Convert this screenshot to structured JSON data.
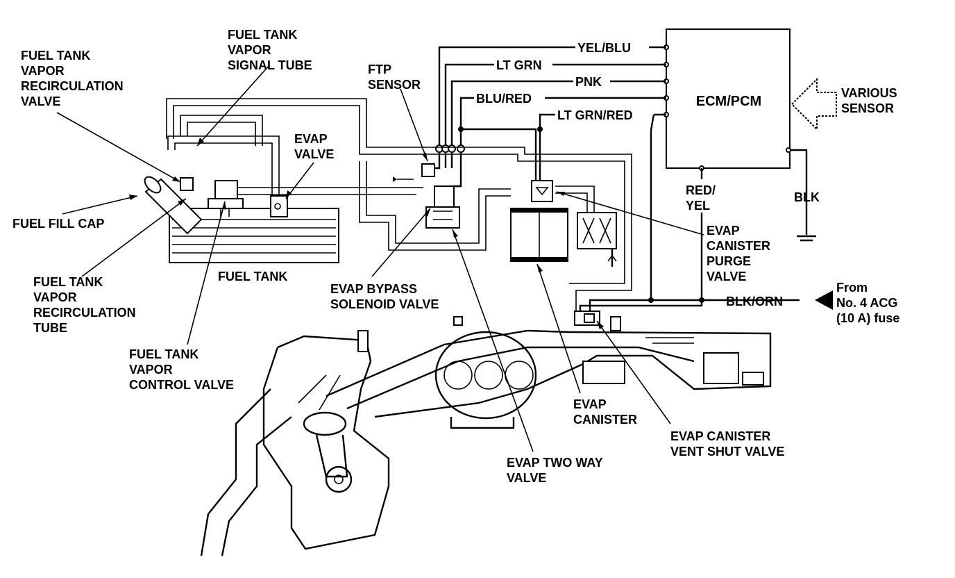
{
  "labels": {
    "signal_tube": [
      "FUEL TANK",
      "VAPOR",
      "SIGNAL TUBE"
    ],
    "recirc_valve": [
      "FUEL TANK",
      "VAPOR",
      "RECIRCULATION",
      "VALVE"
    ],
    "ftp_sensor": [
      "FTP",
      "SENSOR"
    ],
    "evap_valve": [
      "EVAP",
      "VALVE"
    ],
    "fuel_fill_cap": "FUEL FILL CAP",
    "fuel_tank": "FUEL TANK",
    "recirc_tube": [
      "FUEL TANK",
      "VAPOR",
      "RECIRCULATION",
      "TUBE"
    ],
    "control_valve": [
      "FUEL TANK",
      "VAPOR",
      "CONTROL VALVE"
    ],
    "bypass_solenoid": [
      "EVAP BYPASS",
      "SOLENOID VALVE"
    ],
    "two_way_valve": [
      "EVAP TWO WAY",
      "VALVE"
    ],
    "canister": [
      "EVAP",
      "CANISTER"
    ],
    "vent_shut_valve": [
      "EVAP CANISTER",
      "VENT SHUT VALVE"
    ],
    "purge_valve": [
      "EVAP",
      "CANISTER",
      "PURGE",
      "VALVE"
    ],
    "various_sensor": [
      "VARIOUS",
      "SENSOR"
    ],
    "from_fuse": [
      "From",
      "No. 4 ACG",
      "(10 A) fuse"
    ],
    "ecm_pcm": "ECM/PCM"
  },
  "wires": {
    "yel_blu": "YEL/BLU",
    "lt_grn": "LT GRN",
    "pnk": "PNK",
    "blu_red": "BLU/RED",
    "lt_grn_red": "LT GRN/RED",
    "red_yel": [
      "RED/",
      "YEL"
    ],
    "blk": "BLK",
    "blk_orn": "BLK/ORN"
  },
  "colors": {
    "ink": "#000000",
    "paper": "#ffffff"
  }
}
